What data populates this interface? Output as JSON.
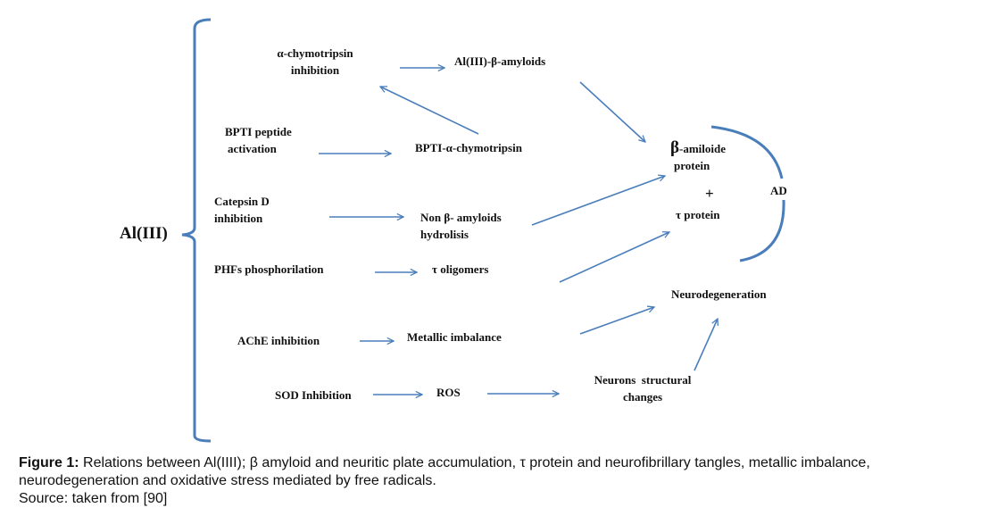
{
  "diagram": {
    "accent_color": "#4a7ebb",
    "source_node": "Al(III)",
    "nodes": {
      "chymo_inhib_1": "α-chymotripsin",
      "chymo_inhib_2": "inhibition",
      "al_amyloids": "Al(III)-β-amyloids",
      "bpti_1": "BPTI peptide",
      "bpti_2": "activation",
      "bpti_chymo": "BPTI-α-chymotripsin",
      "catepsin_1": "Catepsin D",
      "catepsin_2": "inhibition",
      "non_beta_1": "Non β- amyloids",
      "non_beta_2": "hydrolisis",
      "phf": "PHFs phosphorilation",
      "tau_oligomers": "τ oligomers",
      "ache": "AChE inhibition",
      "metallic": "Metallic imbalance",
      "sod": "SOD Inhibition",
      "ros": "ROS",
      "neurons_1": "Neurons  structural",
      "neurons_2": "changes",
      "beta_symbol": "β",
      "beta_amiloide": "-amiloide",
      "beta_protein": "protein",
      "plus": "+",
      "tau_protein": "τ protein",
      "ad": "AD",
      "neurodegeneration": "Neurodegeneration"
    },
    "edges": [
      {
        "from": "α-chymotripsin inhibition",
        "to": "Al(III)-β-amyloids"
      },
      {
        "from": "BPTI-α-chymotripsin",
        "to": "α-chymotripsin inhibition"
      },
      {
        "from": "BPTI peptide activation",
        "to": "BPTI-α-chymotripsin"
      },
      {
        "from": "Al(III)-β-amyloids",
        "to": "β-amiloide protein"
      },
      {
        "from": "Catepsin D inhibition",
        "to": "Non β- amyloids hydrolisis"
      },
      {
        "from": "Non β- amyloids hydrolisis",
        "to": "β-amiloide protein"
      },
      {
        "from": "PHFs phosphorilation",
        "to": "τ oligomers"
      },
      {
        "from": "τ oligomers",
        "to": "τ protein"
      },
      {
        "from": "AChE inhibition",
        "to": "Metallic imbalance"
      },
      {
        "from": "Metallic imbalance",
        "to": "Neurodegeneration"
      },
      {
        "from": "SOD Inhibition",
        "to": "ROS"
      },
      {
        "from": "ROS",
        "to": "Neurons structural changes"
      },
      {
        "from": "Neurons structural changes",
        "to": "Neurodegeneration"
      }
    ]
  },
  "caption": {
    "label": "Figure 1:",
    "text": " Relations between Al(IIII); β amyloid and neuritic plate accumulation, τ protein and neurofibrillary tangles, metallic imbalance, neurodegeneration and oxidative stress mediated by free radicals.",
    "source": "Source: taken from [90]"
  }
}
